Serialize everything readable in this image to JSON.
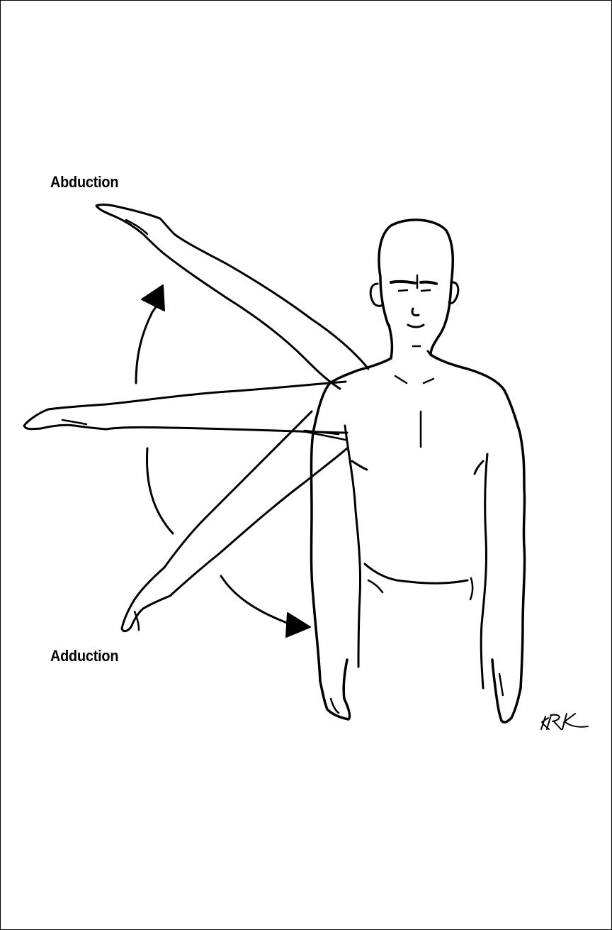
{
  "labels": {
    "abduction": "Abduction",
    "adduction": "Adduction"
  },
  "signature": "KRK",
  "colors": {
    "ink": "#000000",
    "background": "#ffffff"
  }
}
